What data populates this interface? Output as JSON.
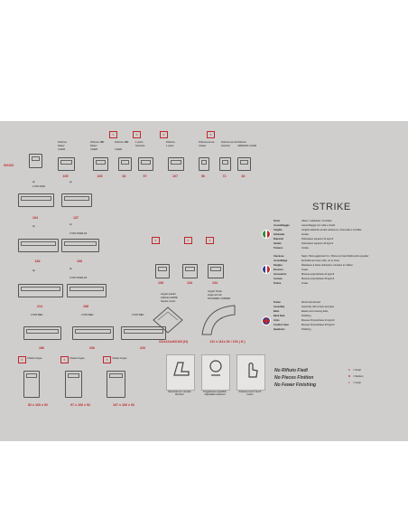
{
  "title": "STRIKE",
  "recliner_dim": "92/103",
  "modules_top": [
    {
      "code": "",
      "desc": [
        "Poltrona",
        "Relax/",
        "CHAIR"
      ],
      "width": "105"
    },
    {
      "code": "",
      "desc": [
        "Poltrona 1BR",
        "Relax/",
        "CHAIR"
      ],
      "width": "106"
    },
    {
      "code": "",
      "desc": [
        "Poltrona 1BR",
        "",
        "CHAIR"
      ],
      "width": "82"
    },
    {
      "code": "",
      "desc": [
        "1 posto",
        "bracciolo"
      ],
      "width": "97"
    },
    {
      "code": "",
      "desc": [
        "Poltrona",
        "1 posto"
      ],
      "width": "107"
    },
    {
      "code": "",
      "desc": [
        "Poltrona senza",
        "Chaise"
      ],
      "width": "56"
    },
    {
      "code": "",
      "desc": [
        "Poltrona senza",
        "braccioli"
      ],
      "width": "72"
    },
    {
      "code": "",
      "desc": [
        "Poltrona",
        "ARMLESS CHAIR"
      ],
      "width": "82"
    }
  ],
  "sofa_rows": [
    {
      "label": "2 STR RNR",
      "w1": "164",
      "w2": "137"
    },
    {
      "label": "2 STR RNR/LHF",
      "w1": "184",
      "w2": "168"
    },
    {
      "label": "3 STR RNR/LHF",
      "w1": "214",
      "w2": "188"
    },
    {
      "label": "3 STR BED",
      "w1": "186",
      "w2": "206",
      "w3": "226"
    }
  ],
  "chaise": [
    {
      "label": "Chaise longue",
      "dims": "82 x 160 x 92"
    },
    {
      "label": "Chaise longue",
      "dims": "97 x 160 x 92"
    },
    {
      "label": "Chaise longue",
      "dims": "107 x 160 x 92"
    }
  ],
  "corner": {
    "w1": "108",
    "w2": "134",
    "w3": "134",
    "angle1": [
      "Angolo quadro",
      "ANGLE CARRE",
      "Square corner"
    ],
    "angle2": [
      "Angolo Tondo",
      "Angle arrondi",
      "ROUNDED CORNER"
    ],
    "dim1": "111x111x92/103 (H)",
    "dim2": "111 x 111x 92 / 103 ( H )"
  },
  "spec_it": [
    [
      "Fusto",
      "Abete / multistrato / truciolare"
    ],
    [
      "Assemblaggio",
      "Assemblaggio con colla e chiodi"
    ],
    [
      "Cinghie",
      "Cinghie elastiche ad alta resistenza, intrecciate e incollate"
    ],
    [
      "Schienale",
      "Ovatta"
    ],
    [
      "Braccioli",
      "Poliuretano espanso 21 kg/m3"
    ],
    [
      "Sedute",
      "Poliuretano espanso 30 kg/m3"
    ],
    [
      "Toskens",
      "Ovatta"
    ]
  ],
  "spec_fr": [
    [
      "Carcasse",
      "Sapin / Bois aggloméré CL / Fibres en bois/ Multicouche peuplier"
    ],
    [
      "Assemblage",
      "Emboîtement avec colle, vis et clous"
    ],
    [
      "Sangles",
      "Élastiques à haute résistance, tressées et collées"
    ],
    [
      "Dossiers",
      "Ouate"
    ],
    [
      "Accoudoirs",
      "Mousse polyuréthane 21 kg/m3"
    ],
    [
      "Assises",
      "Mousse polyuréthane 30 kg/m3"
    ],
    [
      "Tetiere",
      "Ouate"
    ]
  ],
  "spec_en": [
    [
      "Frame",
      "Wood and derived"
    ],
    [
      "Assembly",
      "Assembly with screws and glue"
    ],
    [
      "Belts",
      "Elastic and crossing belts"
    ],
    [
      "Back Seat",
      "Polishing"
    ],
    [
      "Arms",
      "Mousse Polyuréthane 21 kg/m3"
    ],
    [
      "Cushion Seat",
      "Mousse Polyuréthane 30 kg/m3"
    ],
    [
      "Headrests",
      "Polishing"
    ]
  ],
  "features": [
    {
      "icon": "manual-recliner-icon",
      "label": "Meccanismo manuale Recliner"
    },
    {
      "icon": "adjustable-headrest-icon",
      "label": "Poggiatesta regolabile Adjustable headrest"
    },
    {
      "icon": "touch-button-icon",
      "label": "Pulsante touch Touch button"
    }
  ],
  "no_glue": [
    "No Rifiuto Fiedi",
    "No Pieces Finition",
    "No Fewer Finishing"
  ],
  "sizes": [
    {
      "code": "S",
      "label": "= Small"
    },
    {
      "code": "M",
      "label": "= Medium"
    },
    {
      "code": "L",
      "label": "= Large"
    }
  ],
  "colors": {
    "accent": "#c0282a",
    "panel": "#cfcecd",
    "sofa": "#c2c1bf"
  }
}
